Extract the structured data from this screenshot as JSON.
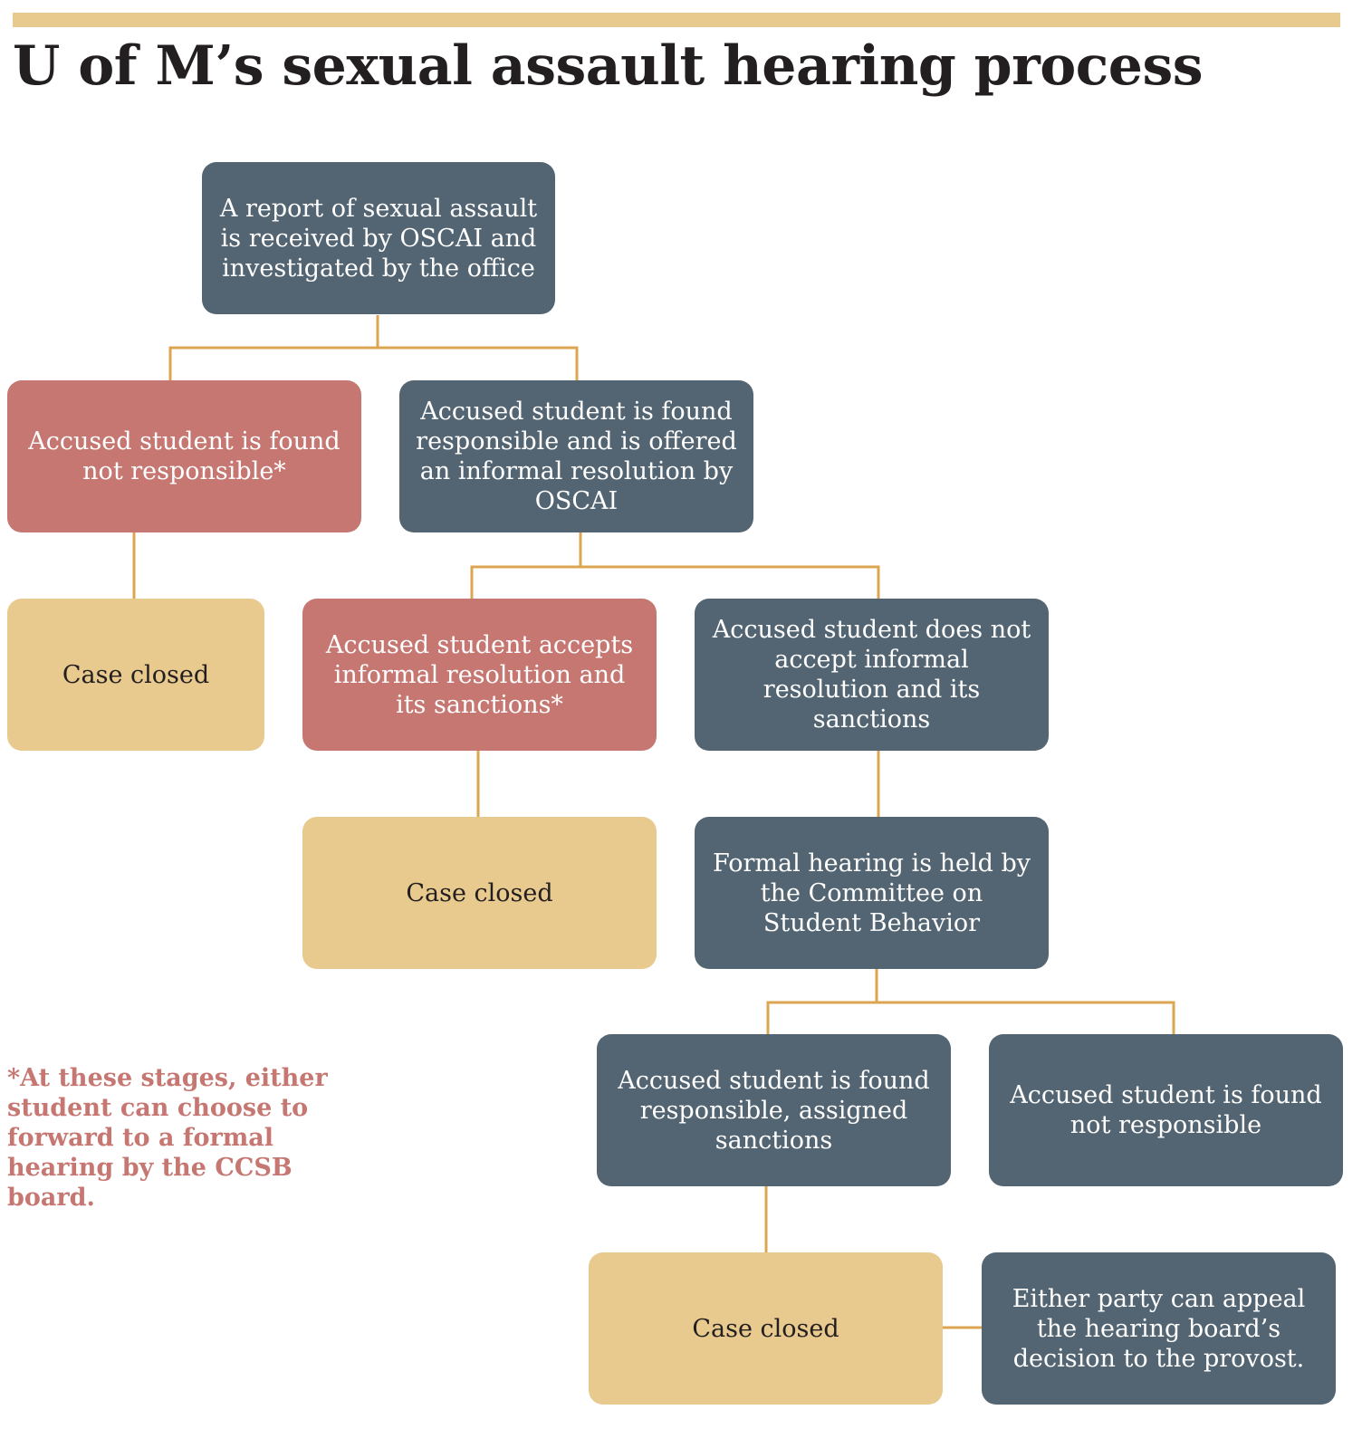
{
  "title": "U of M’s sexual assault hearing process",
  "colors": {
    "slate": "#536572",
    "rose": "#c67772",
    "sand": "#e8c98e",
    "connector": "#dca552",
    "title": "#231f20"
  },
  "nodes": {
    "report": "A report of sexual assault is received by OSCAI and investigated by the office",
    "not_responsible_initial": "Accused student is found not responsible*",
    "responsible_informal": "Accused student is found responsible and is offered an informal resolution by OSCAI",
    "case_closed_1": "Case closed",
    "accepts_informal": "Accused student accepts informal resolution and its sanctions*",
    "rejects_informal": "Accused student does not accept informal resolution and its sanctions",
    "case_closed_2": "Case closed",
    "formal_hearing": "Formal hearing is held by the Committee on Student Behavior",
    "found_responsible_sanctions": "Accused student is found responsible, assigned sanctions",
    "found_not_responsible_final": "Accused student is found not responsible",
    "case_closed_3": "Case closed",
    "appeal": "Either party can appeal the hearing board’s decision to the provost."
  },
  "footnote": "*At these stages, either student can choose to forward to a formal hearing by the CCSB board."
}
